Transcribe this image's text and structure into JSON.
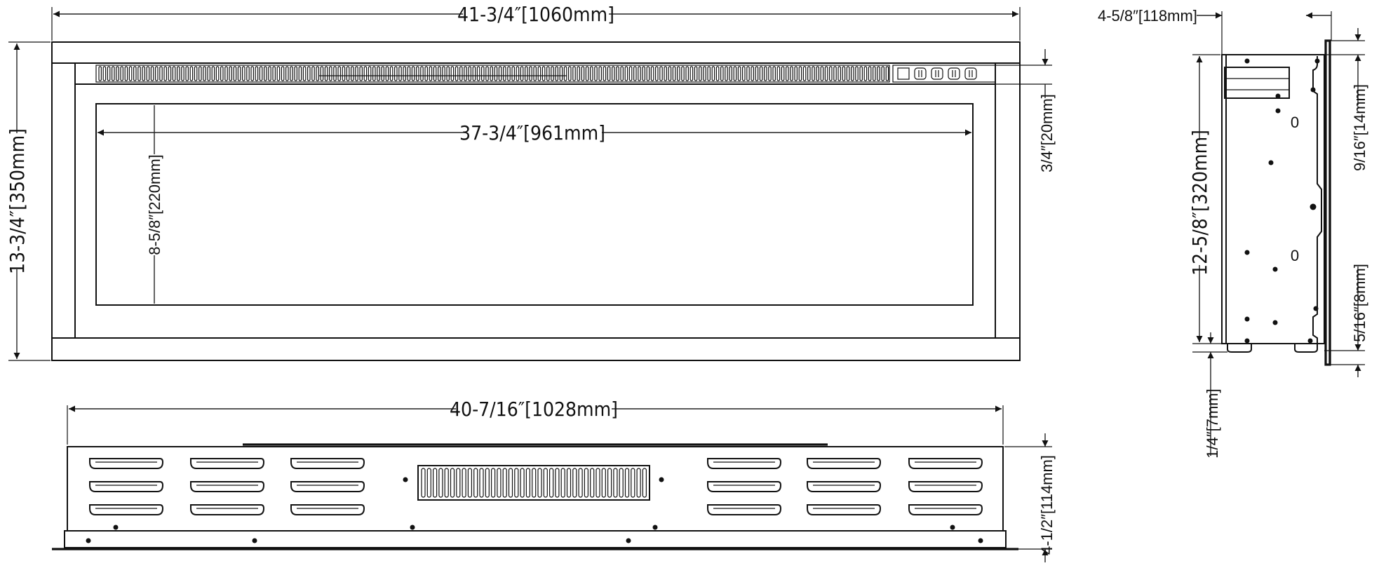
{
  "dimensions": {
    "front_width": "41-3/4″[1060mm]",
    "front_height": "13-3/4″[350mm]",
    "glass_width": "37-3/4″[961mm]",
    "glass_height": "8-5/8″[220mm]",
    "top_gap": "3/4″[20mm]",
    "top_view_width": "40-7/16″[1028mm]",
    "top_view_depth": "4-1/2″[114mm]",
    "side_depth": "4-5/8″[118mm]",
    "side_height": "12-5/8″[320mm]",
    "bracket_top": "9/16″[14mm]",
    "bracket_bottom": "5/16″[8mm]",
    "foot": "1/4″[7mm]"
  },
  "side_marks": [
    "0",
    "0"
  ],
  "colors": {
    "line": "#111111",
    "background": "#ffffff"
  }
}
